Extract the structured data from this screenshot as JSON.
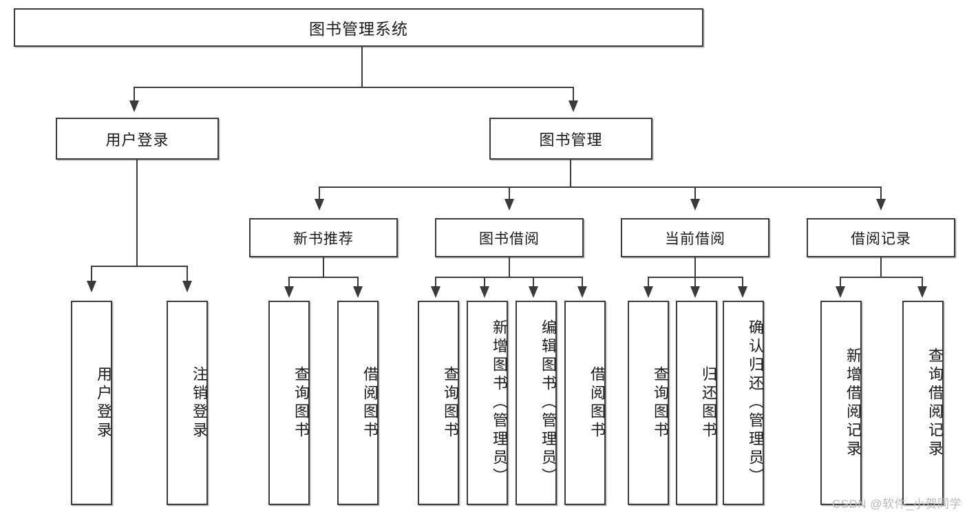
{
  "diagram": {
    "title": "图书管理系统",
    "type": "hierarchy-tree",
    "root": {
      "label": "图书管理系统"
    },
    "level2": [
      {
        "label": "用户登录"
      },
      {
        "label": "图书管理"
      }
    ],
    "level3": [
      {
        "label": "新书推荐"
      },
      {
        "label": "图书借阅"
      },
      {
        "label": "当前借阅"
      },
      {
        "label": "借阅记录"
      }
    ],
    "leaves": {
      "user_login": [
        {
          "label": "用户登录"
        },
        {
          "label": "注销登录"
        }
      ],
      "new_book_recommend": [
        {
          "label": "查询图书"
        },
        {
          "label": "借阅图书"
        }
      ],
      "book_borrow": [
        {
          "label": "查询图书"
        },
        {
          "label": "新增图书（管理员）"
        },
        {
          "label": "编辑图书（管理员）"
        },
        {
          "label": "借阅图书"
        }
      ],
      "current_borrow": [
        {
          "label": "查询图书"
        },
        {
          "label": "归还图书"
        },
        {
          "label": "确认归还（管理员）"
        }
      ],
      "borrow_records": [
        {
          "label": "新增借阅记录"
        },
        {
          "label": "查询借阅记录"
        }
      ]
    }
  },
  "watermark": {
    "text": "CSDN @软件_小贺同学"
  },
  "colors": {
    "stroke": "#3a3a3a",
    "background": "#ffffff",
    "text": "#1a1a1a",
    "watermark": "#b9b9b9"
  }
}
